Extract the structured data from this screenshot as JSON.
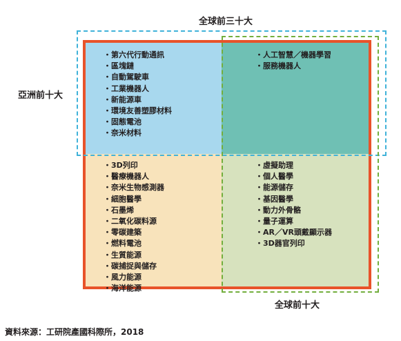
{
  "labels": {
    "global_top30": "全球前三十大",
    "asia_top10": "亞洲前十大",
    "global_top10": "全球前十大"
  },
  "quadrants": {
    "top_left": [
      "第六代行動通訊",
      "區塊鏈",
      "自動駕駛車",
      "工業機器人",
      "新能源車",
      "環境友善塑膠材料",
      "固態電池",
      "奈米材料"
    ],
    "top_right": [
      "人工智慧／機器學習",
      "服務機器人"
    ],
    "bottom_left": [
      "3D列印",
      "醫療機器人",
      "奈米生物感測器",
      "細胞醫學",
      "石墨烯",
      "二氧化碳料源",
      "零碳建築",
      "燃料電池",
      "生質能源",
      "碳捕捉與儲存",
      "風力能源",
      "海洋能源"
    ],
    "bottom_right": [
      "虛擬助理",
      "個人醫學",
      "能源儲存",
      "基因醫學",
      "動力外骨骼",
      "量子運算",
      "AR／VR頭戴顯示器",
      "3D器官列印"
    ]
  },
  "source": "資料來源：工研院產國科際所，2018",
  "colors": {
    "top_left": "#a8d8ee",
    "top_right": "#6fc0b4",
    "bottom_left": "#f8e3bb",
    "bottom_right": "#d7e2be",
    "asia_frame": "#e8532a",
    "global_top30_frame": "#3fb2d9",
    "global_top10_frame": "#72ae3c"
  }
}
